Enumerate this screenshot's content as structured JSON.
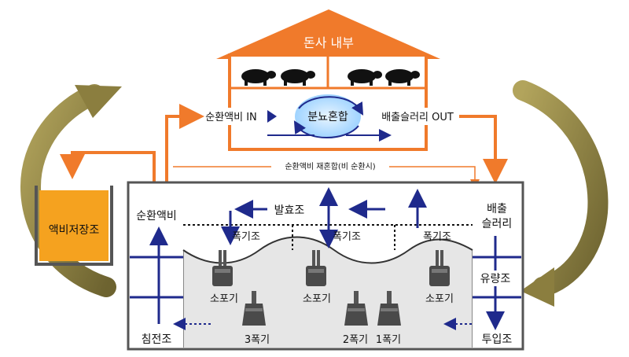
{
  "title": "돈사 내부",
  "labels": {
    "mix": "분뇨혼합",
    "recirc_in": "순환액비 IN",
    "slurry_out": "배출슬러리 OUT",
    "remix_note": "순환액비 재혼합(비 순환시)",
    "storage": "액비저장조",
    "recirc_tank": "순환액비",
    "settling": "침전조",
    "discharge": "배출 슬러리",
    "flow_tank": "유량조",
    "input_tank": "투입조",
    "fermentation": "발효조",
    "aeration_1": "폭기조",
    "aeration_2": "폭기조",
    "aeration_3": "폭기조",
    "pump_small_1": "소포기",
    "pump_small_2": "소포기",
    "pump_small_3": "소포기",
    "aerator_3": "3폭기",
    "aerator_2": "2폭기",
    "aerator_1": "1폭기"
  },
  "colors": {
    "orange": "#f07a2b",
    "navy": "#1f2a8c",
    "olive": "#8b7e3f",
    "storage_fill": "#f5a21f",
    "tank_bg": "#e6e6e6"
  },
  "icons": [
    "pig-icon",
    "pig-icon",
    "pig-icon",
    "pig-icon",
    "mixing-cycle-icon",
    "aerator-icon",
    "pump-icon"
  ]
}
